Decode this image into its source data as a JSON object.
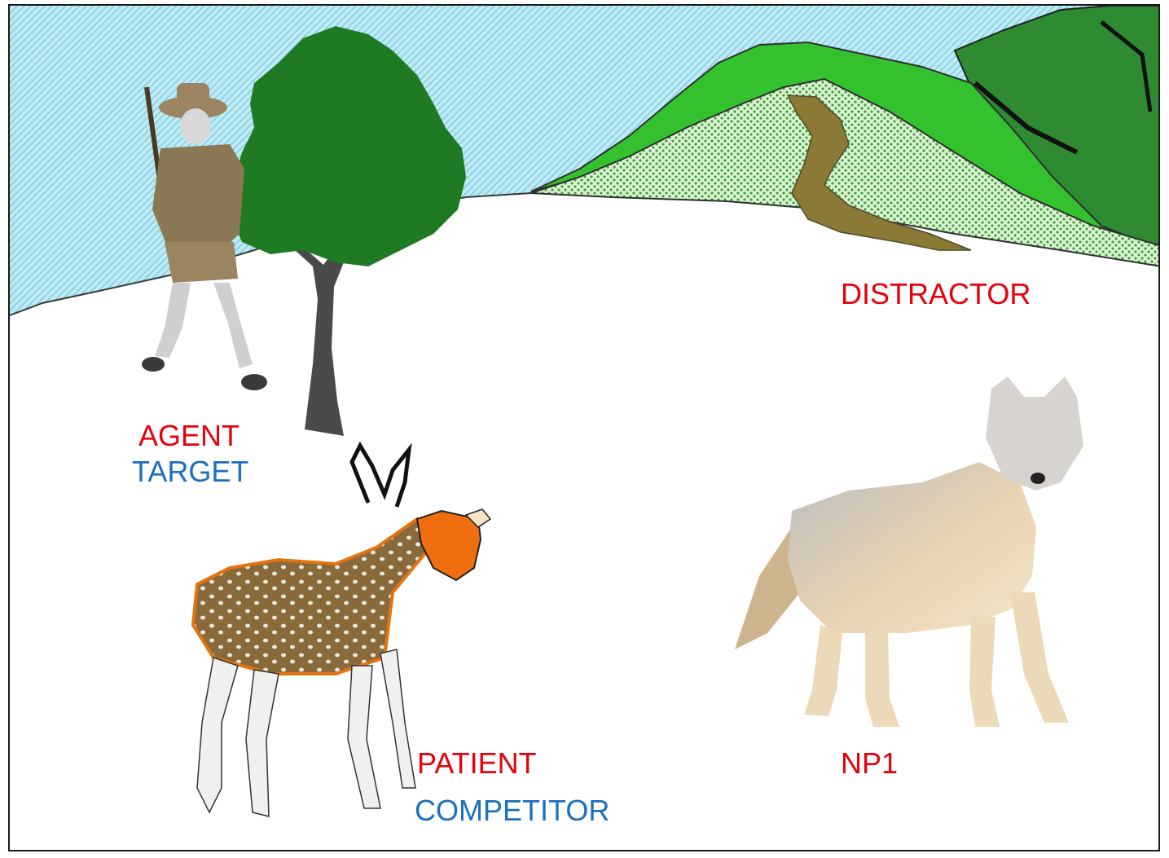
{
  "colors": {
    "role_primary": "#e8000b",
    "role_secondary": "#1b6fc0",
    "sky": "#a9e3f0",
    "hill_bright": "#33c22e",
    "hill_dark": "#2b8f2f",
    "tree_foliage": "#1e7a23",
    "tree_trunk": "#4a4a4a",
    "path": "#8a7a35"
  },
  "scene": {
    "figures": [
      "hunter-figure",
      "tree",
      "hills-with-path",
      "deer-figure",
      "wolf-figure"
    ]
  },
  "labels": {
    "agent": "AGENT",
    "target": "TARGET",
    "distractor": "DISTRACTOR",
    "patient": "PATIENT",
    "competitor": "COMPETITOR",
    "np1": "NP1"
  }
}
